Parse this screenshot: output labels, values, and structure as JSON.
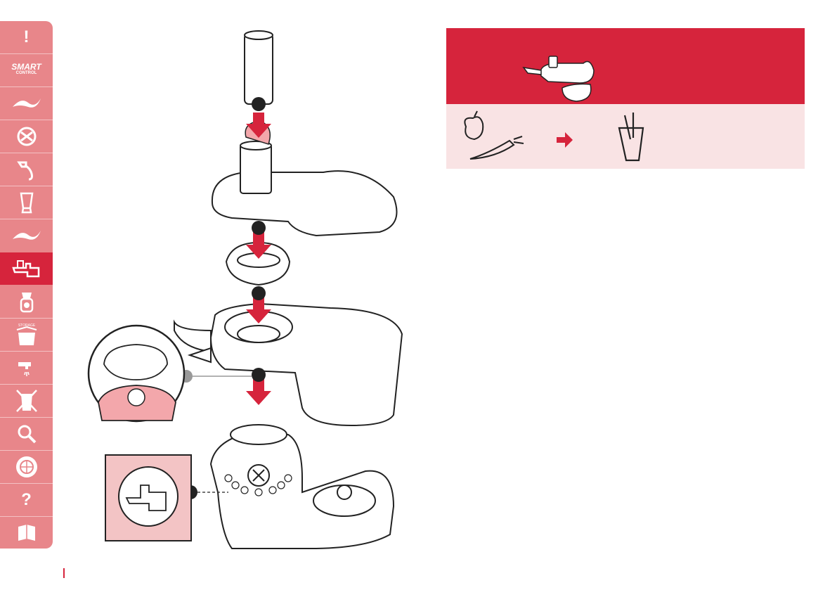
{
  "page": {
    "title": ""
  },
  "sidebar": {
    "items": [
      {
        "name": "warning",
        "icon": "exclamation-icon",
        "label": "!"
      },
      {
        "name": "smart-control",
        "icon": "smart-control-logo",
        "label": "SMART",
        "sublabel": "CONTROL"
      },
      {
        "name": "blade-attachment",
        "icon": "blade-icon"
      },
      {
        "name": "whisk-attachment",
        "icon": "whisk-disc-icon"
      },
      {
        "name": "kneading-hook",
        "icon": "hook-icon"
      },
      {
        "name": "blender",
        "icon": "blender-icon"
      },
      {
        "name": "blade-attachment-2",
        "icon": "blade-icon"
      },
      {
        "name": "juicer",
        "icon": "juicer-icon",
        "active": true
      },
      {
        "name": "mincer",
        "icon": "mincer-icon"
      },
      {
        "name": "storage",
        "icon": "storage-box-icon",
        "label": "STORAGE"
      },
      {
        "name": "cleaning",
        "icon": "tap-icon"
      },
      {
        "name": "disposal",
        "icon": "crossed-bin-icon"
      },
      {
        "name": "troubleshooting",
        "icon": "magnifier-icon"
      },
      {
        "name": "guarantee",
        "icon": "world-wide-guarantee-icon",
        "label": "WORLD-WIDE GUARANTEE"
      },
      {
        "name": "help",
        "icon": "question-icon",
        "label": "?"
      },
      {
        "name": "manual",
        "icon": "book-icon"
      }
    ]
  },
  "panel": {
    "header_icon": "juicer-attachment-icon",
    "inputs_icon": "apple-carrot-icon",
    "arrow_icon": "arrow-right-icon",
    "output_icon": "juice-glass-icon"
  },
  "colors": {
    "accent": "#d6243c",
    "sidebar": "#e8868a",
    "panel_light": "#f9e3e4",
    "inset": "#f3c4c5"
  }
}
